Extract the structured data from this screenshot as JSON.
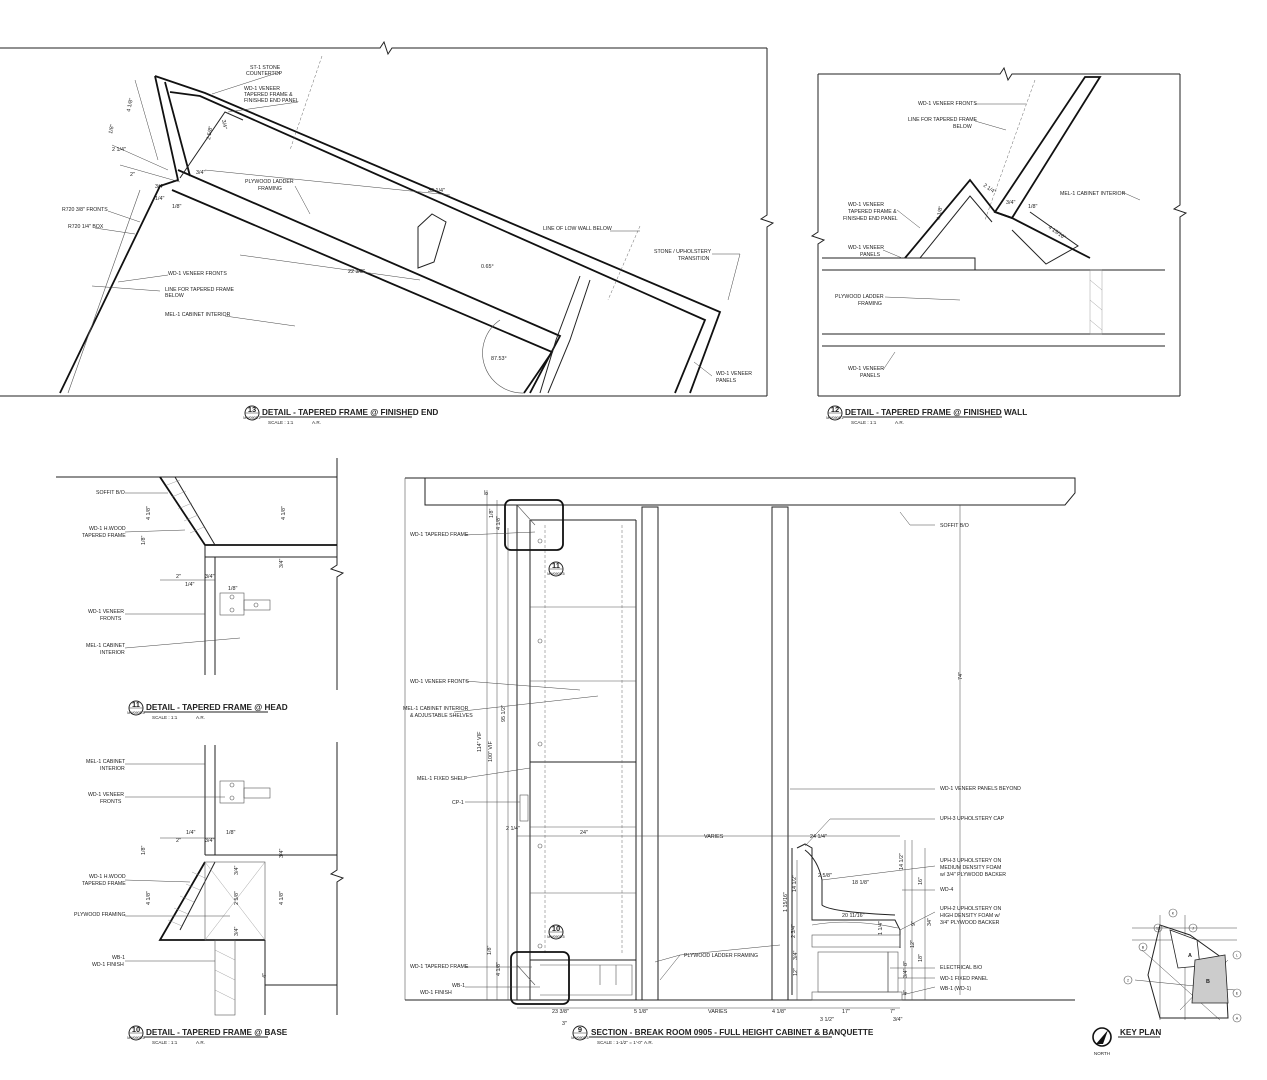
{
  "details": {
    "d13": {
      "number": "13",
      "sheet_ref": "MW0905.1",
      "title": "DETAIL - TAPERED FRAME @ FINISHED END",
      "scale": "SCALE : 1:1",
      "ar": "A.R.",
      "notes": [
        "ST-1 STONE",
        "COUNTERTOP",
        "WD-1 VENEER",
        "TAPERED FRAME &",
        "FINISHED END PANEL",
        "PLYWOOD LADDER",
        "FRAMING",
        "R720 3/8\" FRONTS",
        "R720 1/4\" BOX",
        "WD-1 VENEER FRONTS",
        "LINE FOR TAPERED FRAME",
        "BELOW",
        "MEL-1 CABINET INTERIOR",
        "LINE OF LOW WALL BELOW",
        "STONE / UPHOLSTERY",
        "TRANSITION",
        "WD-1 VENEER",
        "PANELS"
      ],
      "dims": [
        "4 1/8\"",
        "1/8\"",
        "2 1/4\"",
        "2\"",
        "3/4\"",
        "1/4\"",
        "1/8\"",
        "3/4\"",
        "2 5/8\"",
        "3/4\"",
        "33 1/4\"",
        "22 3/8\"",
        "0.65°",
        "87.53°"
      ]
    },
    "d12": {
      "number": "12",
      "sheet_ref": "MW0905.1",
      "title": "DETAIL - TAPERED FRAME @ FINISHED WALL",
      "scale": "SCALE : 1:1",
      "ar": "A.R.",
      "notes": [
        "WD-1 VENEER FRONTS",
        "LINE FOR TAPERED FRAME",
        "BELOW",
        "MEL-1 CABINET INTERIOR",
        "WD-1 VENEER",
        "TAPERED FRAME &",
        "FINISHED END PANEL",
        "WD-1 VENEER",
        "PANELS",
        "PLYWOOD LADDER",
        "FRAMING",
        "WD-1 VENEER",
        "PANELS"
      ],
      "dims": [
        "2 1/4\"",
        "3/4\"",
        "1/8\"",
        "4 1/8\"",
        "4 15/16\""
      ]
    },
    "d11": {
      "number": "11",
      "sheet_ref": "MW0905.5",
      "title": "DETAIL - TAPERED FRAME @ HEAD",
      "scale": "SCALE : 1:1",
      "ar": "A.R.",
      "notes": [
        "SOFFIT B/O",
        "WD-1 H.WOOD",
        "TAPERED FRAME",
        "WD-1 VENEER",
        "FRONTS",
        "MEL-1 CABINET",
        "INTERIOR"
      ],
      "dims": [
        "4 1/8\"",
        "4 1/8\"",
        "1/8\"",
        "3/4\"",
        "2\"",
        "3/4\"",
        "1/4\"",
        "1/8\""
      ]
    },
    "d10": {
      "number": "10",
      "sheet_ref": "MW0905.5",
      "title": "DETAIL - TAPERED FRAME @ BASE",
      "scale": "SCALE : 1:1",
      "ar": "A.R.",
      "notes": [
        "MEL-1 CABINET",
        "INTERIOR",
        "WD-1 VENEER",
        "FRONTS",
        "WD-1 H.WOOD",
        "TAPERED FRAME",
        "PLYWOOD FRAMING",
        "WB-1",
        "WD-1 FINISH"
      ],
      "dims": [
        "1/4\"",
        "1/8\"",
        "2\"",
        "3/4\"",
        "1/8\"",
        "3/4\"",
        "3/4\"",
        "4 1/8\"",
        "2 5/8\"",
        "4 1/8\"",
        "3/4\"",
        "4\""
      ]
    },
    "d9": {
      "number": "9",
      "sheet_ref": "MW0905.5",
      "title": "SECTION - BREAK ROOM 0905 - FULL HEIGHT CABINET & BANQUETTE",
      "scale": "SCALE : 1-1/2\" = 1'-0\"",
      "ar": "A.R.",
      "notes": [
        "WD-1 TAPERED FRAME",
        "WD-1 VENEER FRONTS",
        "MEL-1 CABINET INTERIOR",
        "& ADJUSTABLE SHELVES",
        "MEL-1 FIXED SHELF",
        "CP-1",
        "WD-1 TAPERED FRAME",
        "WB-1",
        "WD-1 FINISH",
        "PLYWOOD LADDER FRAMING",
        "SOFFIT B/O",
        "WD-1 VENEER PANELS BEYOND",
        "UPH-3 UPHOLSTERY CAP",
        "UPH-3 UPHOLSTERY ON",
        "MEDIUM DENSITY FOAM",
        "w/ 3/4\" PLYWOOD BACKER",
        "WD-4",
        "UPH-2 UPHOLSTERY ON",
        "HIGH DENSITY FOAM w/",
        "3/4\" PLYWOOD BACKER",
        "ELECTRICAL B/O",
        "WD-1 FIXED PANEL",
        "WB-1 (WD-1)"
      ],
      "dims": [
        "8\"",
        "1/8\"",
        "4 1/8\"",
        "114\" VIF",
        "100\" VIF",
        "95 1/2\"",
        "2 1/4\"",
        "24\"",
        "VARIES",
        "24 1/4\"",
        "2 5/8\"",
        "18 1/8\"",
        "14 1/2\"",
        "20 11/16\"",
        "1 15/16\"",
        "2 3/4\"",
        "4 1/8\"",
        "1/8\"",
        "23 3/8\"",
        "5 1/8\"",
        "VARIES",
        "4 1/8\"",
        "17\"",
        "7\"",
        "3 1/2\"",
        "3/4\"",
        "3\"",
        "74\"",
        "16\"",
        "14 1/2\"",
        "9\"",
        "34\"",
        "12\"",
        "4\"",
        "3/4\"",
        "1 1/4\"",
        "3/4\"",
        "12\"",
        "8\"",
        "18\""
      ],
      "callouts": [
        {
          "number": "11",
          "ref": "MW0905.5"
        },
        {
          "number": "10",
          "ref": "MW0905.5"
        }
      ]
    }
  },
  "key_plan": {
    "title": "KEY PLAN",
    "north": "NORTH",
    "zones": [
      "A",
      "B"
    ],
    "grid_tags": [
      "12",
      "K",
      "J",
      "B",
      "L",
      "2",
      "E",
      "A"
    ]
  }
}
